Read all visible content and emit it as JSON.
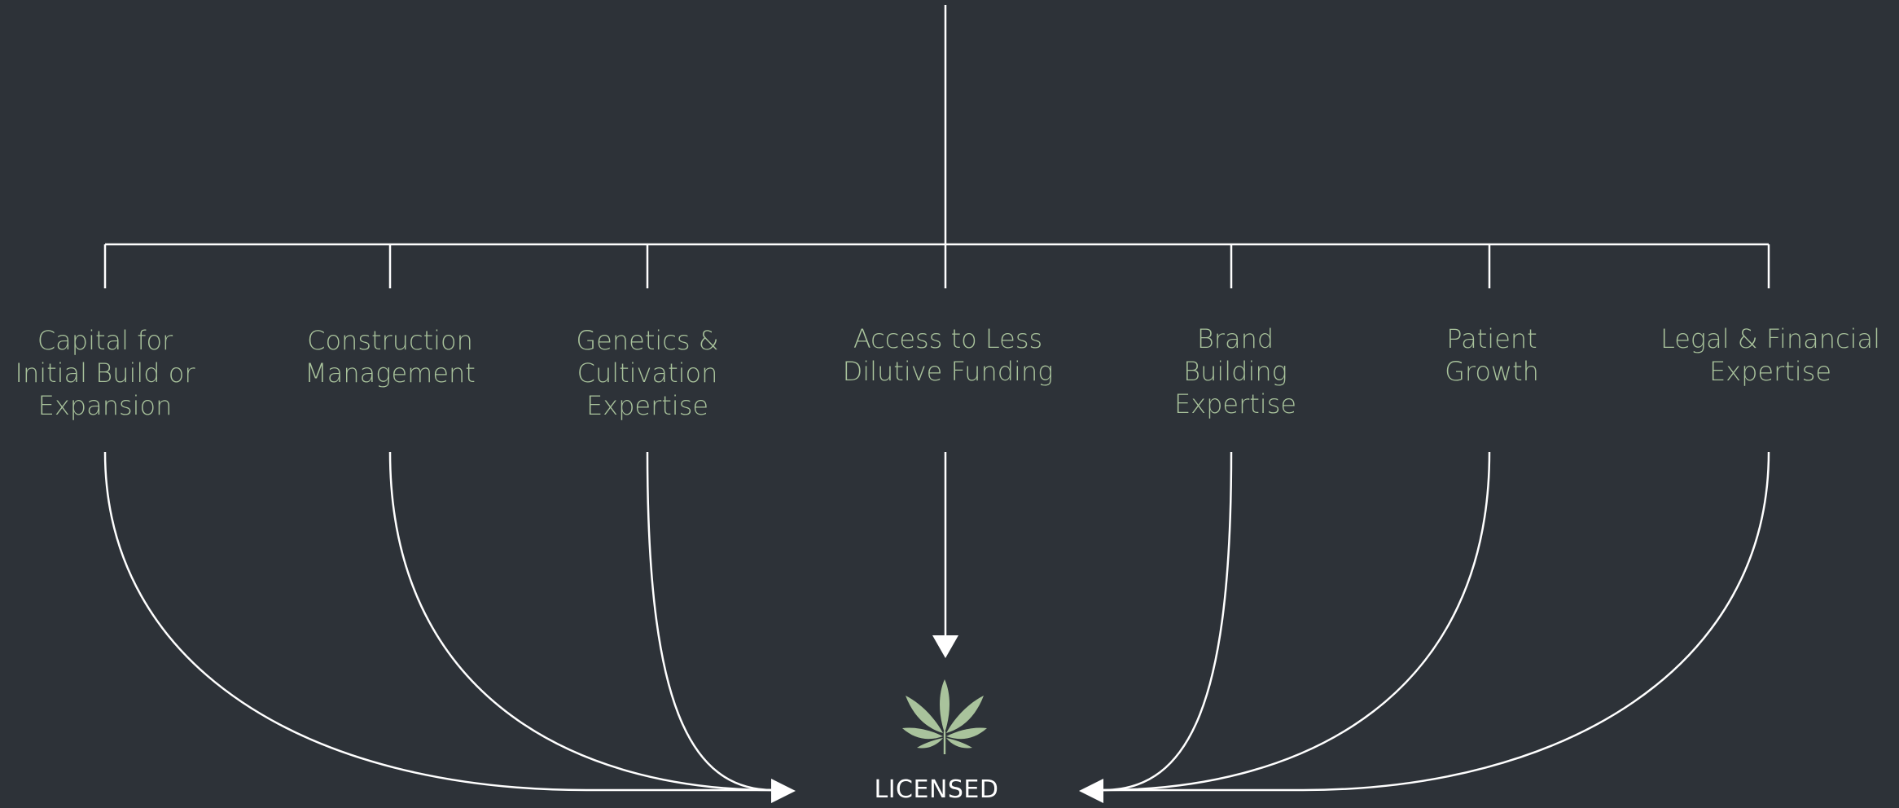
{
  "colors": {
    "background": "#2d3238",
    "label": "#a9c39c",
    "line": "#ffffff",
    "leaf": "#a9c39c"
  },
  "labels": [
    "Capital for\nInitial Build or\nExpansion",
    "Construction\nManagement",
    "Genetics &\nCultivation\nExpertise",
    "Access to Less\nDilutive Funding",
    "Brand\nBuilding\nExpertise",
    "Patient\nGrowth",
    "Legal & Financial\nExpertise"
  ],
  "producer_label": "LICENSED PRODUCER",
  "icon": "cannabis-leaf-icon"
}
